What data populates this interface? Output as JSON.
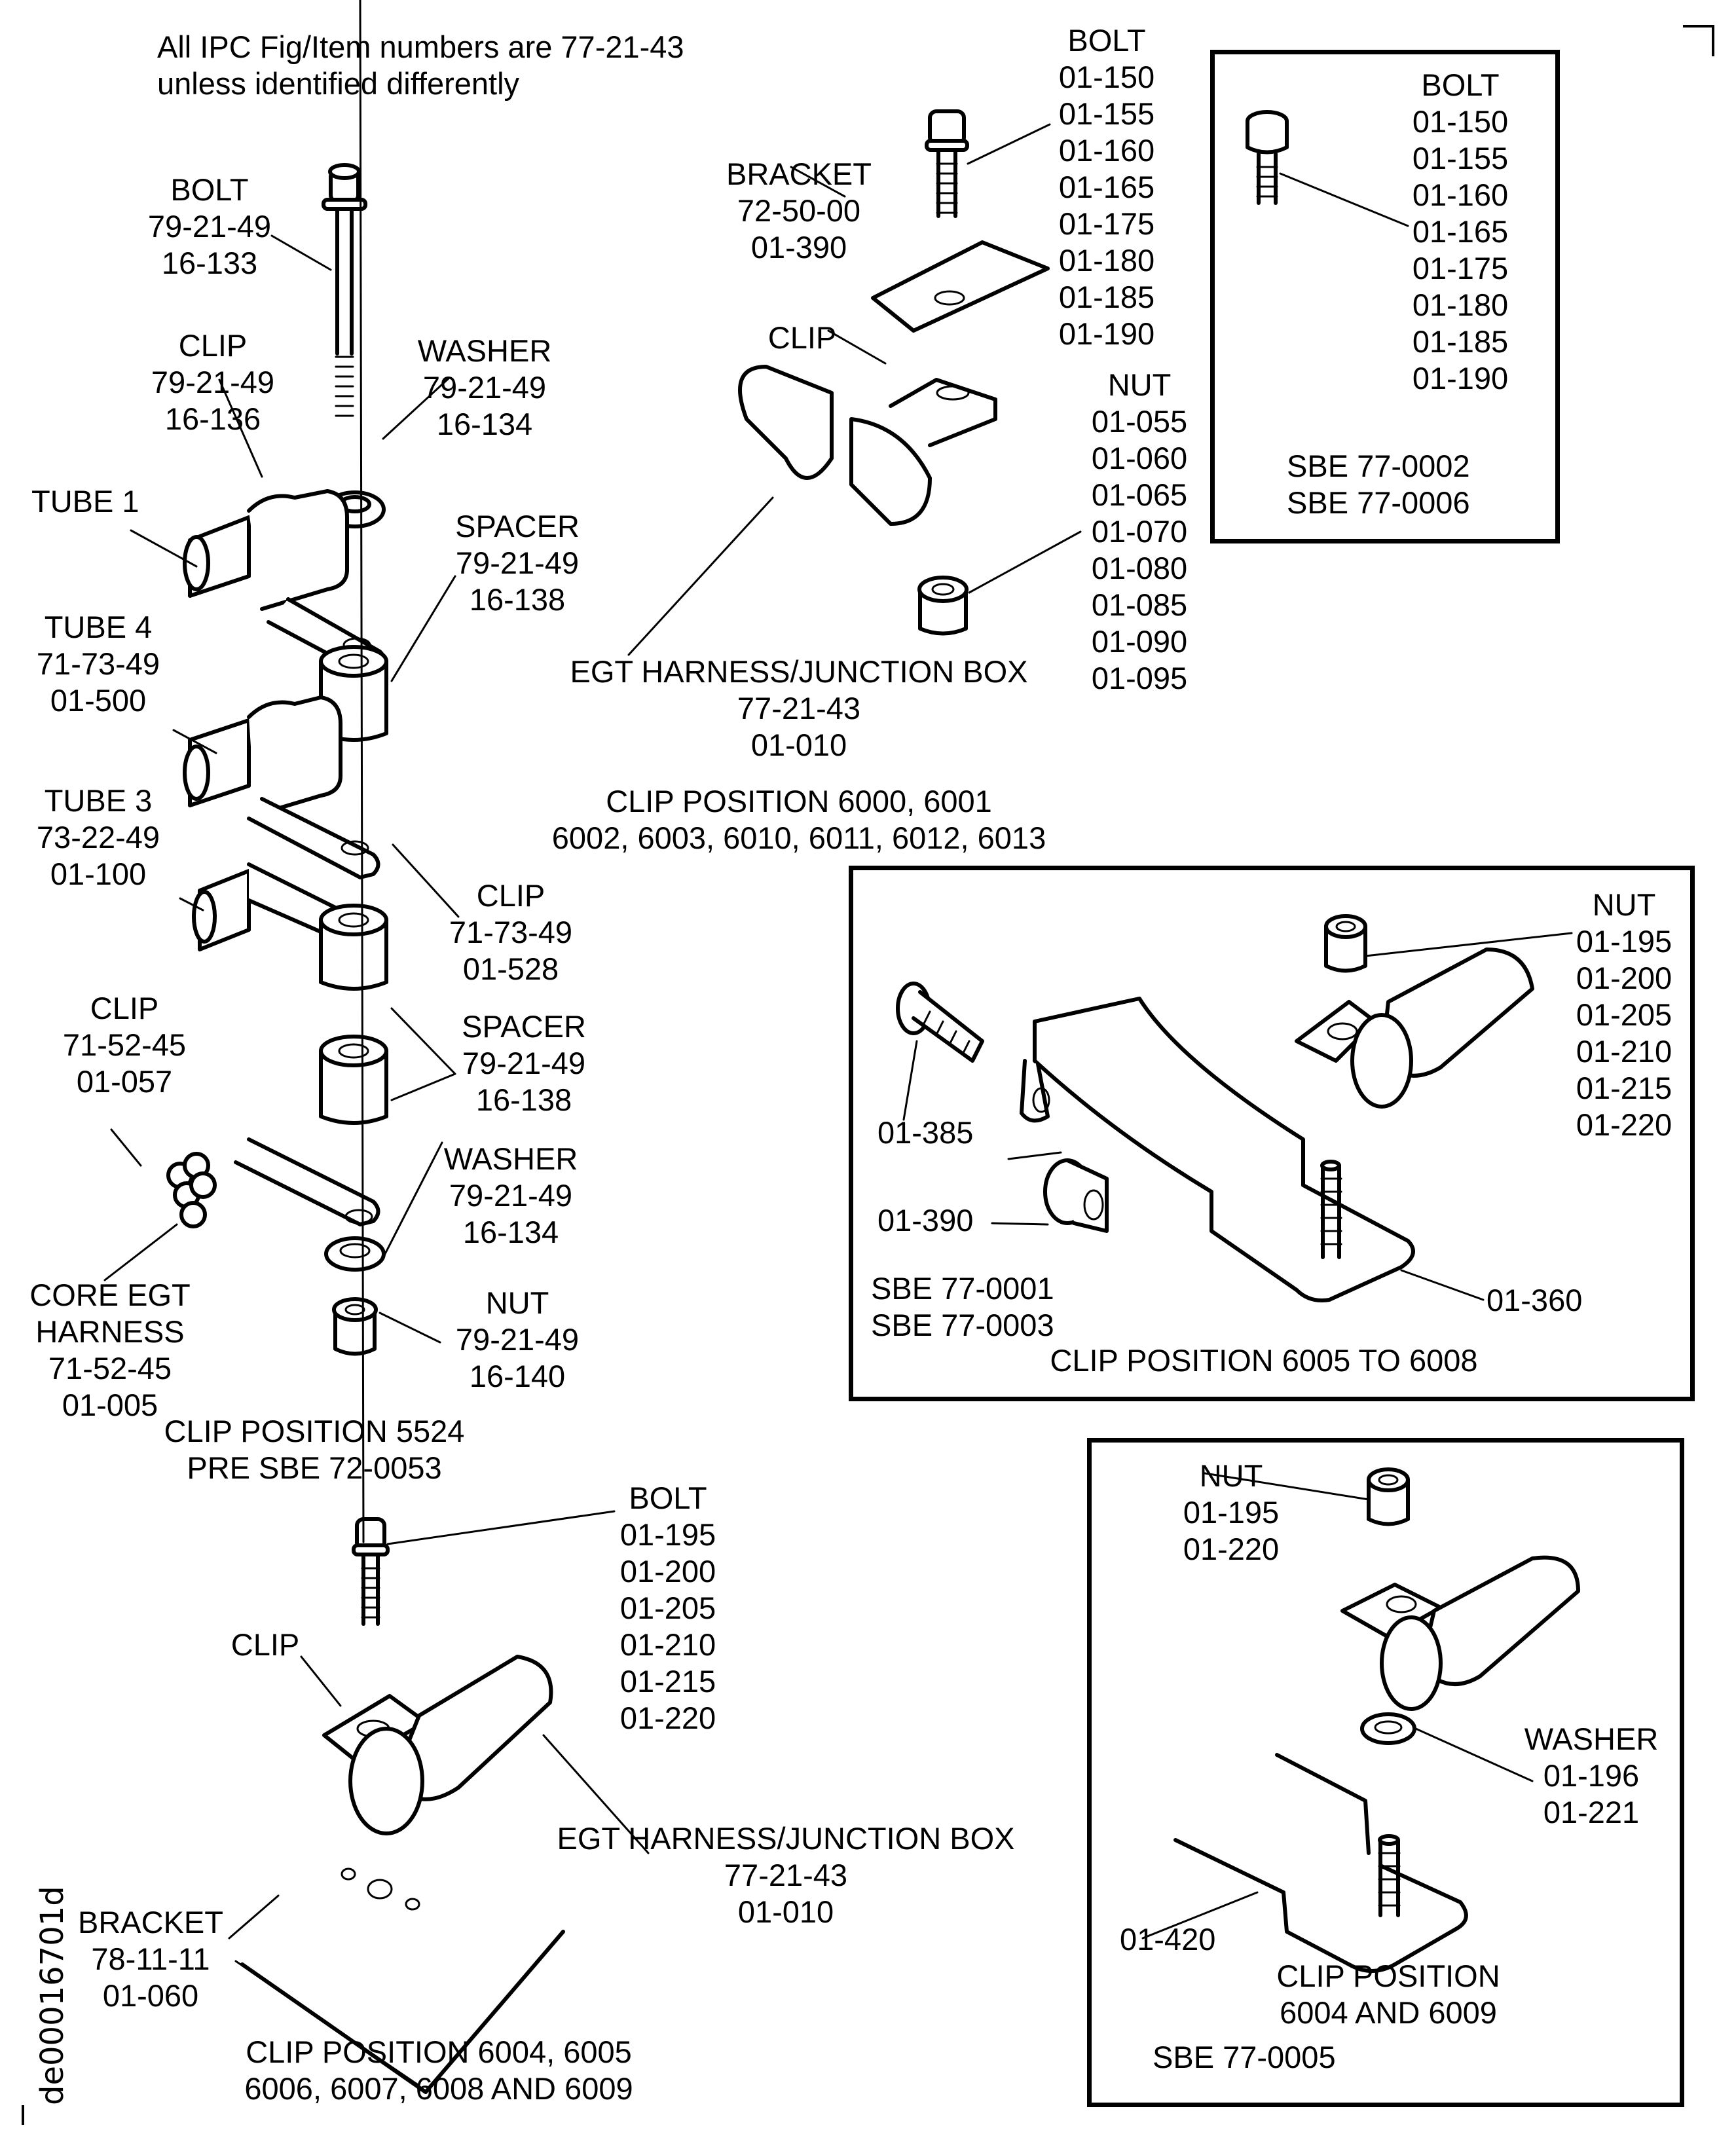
{
  "header_note": [
    "All IPC Fig/Item numbers are 77-21-43",
    "unless identified differently"
  ],
  "drawing_id": "de00016701d",
  "clip_5524": {
    "bolt": [
      "BOLT",
      "79-21-49",
      "16-133"
    ],
    "clip_top": [
      "CLIP",
      "79-21-49",
      "16-136"
    ],
    "washer_top": [
      "WASHER",
      "79-21-49",
      "16-134"
    ],
    "tube1": [
      "TUBE 1"
    ],
    "spacer_top": [
      "SPACER",
      "79-21-49",
      "16-138"
    ],
    "tube4": [
      "TUBE 4",
      "71-73-49",
      "01-500"
    ],
    "tube3": [
      "TUBE 3",
      "73-22-49",
      "01-100"
    ],
    "clip_mid": [
      "CLIP",
      "71-73-49",
      "01-528"
    ],
    "clip_low": [
      "CLIP",
      "71-52-45",
      "01-057"
    ],
    "spacer_low": [
      "SPACER",
      "79-21-49",
      "16-138"
    ],
    "washer_low": [
      "WASHER",
      "79-21-49",
      "16-134"
    ],
    "core_harness": [
      "CORE EGT",
      "HARNESS",
      "71-52-45",
      "01-005"
    ],
    "nut": [
      "NUT",
      "79-21-49",
      "16-140"
    ],
    "caption": [
      "CLIP POSITION 5524",
      "PRE SBE 72-0053"
    ]
  },
  "clip_6000": {
    "bolt": [
      "BOLT",
      "01-150",
      "01-155",
      "01-160",
      "01-165",
      "01-175",
      "01-180",
      "01-185",
      "01-190"
    ],
    "bracket": [
      "BRACKET",
      "72-50-00",
      "01-390"
    ],
    "clip": [
      "CLIP"
    ],
    "nut": [
      "NUT",
      "01-055",
      "01-060",
      "01-065",
      "01-070",
      "01-080",
      "01-085",
      "01-090",
      "01-095"
    ],
    "harness": [
      "EGT HARNESS/JUNCTION BOX",
      "77-21-43",
      "01-010"
    ],
    "caption": [
      "CLIP POSITION 6000, 6001",
      "6002, 6003, 6010, 6011, 6012, 6013"
    ]
  },
  "sbe_bolt_box": {
    "bolt": [
      "BOLT",
      "01-150",
      "01-155",
      "01-160",
      "01-165",
      "01-175",
      "01-180",
      "01-185",
      "01-190"
    ],
    "sbe": [
      "SBE 77-0002",
      "SBE 77-0006"
    ]
  },
  "clip_6005_box": {
    "nut": [
      "NUT",
      "01-195",
      "01-200",
      "01-205",
      "01-210",
      "01-215",
      "01-220"
    ],
    "bolt": "01-385",
    "nut2": "01-390",
    "bracket": "01-360",
    "sbe": [
      "SBE 77-0001",
      "SBE 77-0003"
    ],
    "caption": "CLIP POSITION 6005 TO 6008"
  },
  "clip_6004_box": {
    "nut": [
      "NUT",
      "01-195",
      "01-220"
    ],
    "washer": [
      "WASHER",
      "01-196",
      "01-221"
    ],
    "bracket": "01-420",
    "caption": [
      "CLIP POSITION",
      "6004 AND 6009"
    ],
    "sbe": "SBE 77-0005"
  },
  "clip_6004_main": {
    "bolt": [
      "BOLT",
      "01-195",
      "01-200",
      "01-205",
      "01-210",
      "01-215",
      "01-220"
    ],
    "clip": [
      "CLIP"
    ],
    "harness": [
      "EGT HARNESS/JUNCTION BOX",
      "77-21-43",
      "01-010"
    ],
    "bracket": [
      "BRACKET",
      "78-11-11",
      "01-060"
    ],
    "caption": [
      "CLIP POSITION 6004, 6005",
      "6006, 6007, 6008 AND 6009"
    ]
  }
}
